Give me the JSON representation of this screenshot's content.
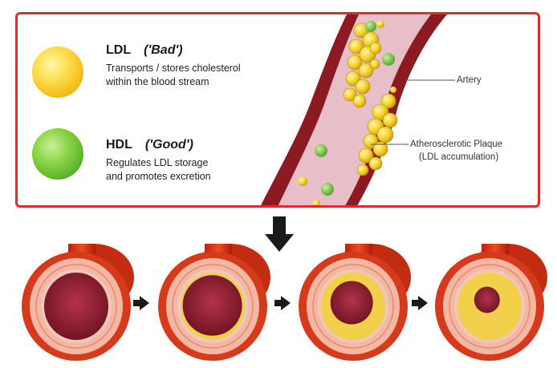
{
  "ldl": {
    "title": "LDL",
    "subtitle": "('Bad')",
    "description_line1": "Transports / stores cholesterol",
    "description_line2": "within the blood stream",
    "color": "#f5c21b"
  },
  "hdl": {
    "title": "HDL",
    "subtitle": "('Good')",
    "description_line1": "Regulates LDL storage",
    "description_line2": "and promotes excretion",
    "color": "#6cc13a"
  },
  "labels": {
    "artery": "Artery",
    "plaque_line1": "Atherosclerotic Plaque",
    "plaque_line2": "(LDL accumulation)"
  },
  "colors": {
    "frame": "#e32b2b",
    "artery_wall": "#8b1a22",
    "artery_inner": "#e8bfc8",
    "plaque": "#f2cf2a",
    "vessel_outer": "#d63a1c",
    "vessel_lumen": "#8e1f2e"
  },
  "progression_stages": [
    {
      "stage": 1,
      "plaque_fraction": 0.0
    },
    {
      "stage": 2,
      "plaque_fraction": 0.1
    },
    {
      "stage": 3,
      "plaque_fraction": 0.45
    },
    {
      "stage": 4,
      "plaque_fraction": 0.8
    }
  ]
}
